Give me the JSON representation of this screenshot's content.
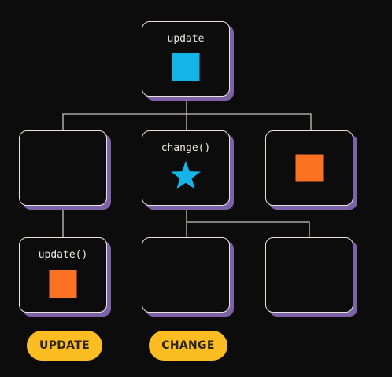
{
  "colors": {
    "background": "#0d0c0d",
    "node_border": "#e8e4dc",
    "node_shadow": "#7e62a8",
    "connector": "#c9c5bd",
    "blue": "#14b5e6",
    "orange": "#fb7223",
    "button_bg": "#fbbd22",
    "button_text": "#2b2419"
  },
  "nodes": {
    "root": {
      "label": "update",
      "shape": "square",
      "shape_color": "blue"
    },
    "mid_left": {
      "label": "",
      "shape": "none"
    },
    "mid_center": {
      "label": "change()",
      "shape": "star",
      "shape_color": "blue"
    },
    "mid_right": {
      "label": "",
      "shape": "square",
      "shape_color": "orange"
    },
    "bottom_left": {
      "label": "update()",
      "shape": "square",
      "shape_color": "orange"
    },
    "bottom_center": {
      "label": "",
      "shape": "none"
    },
    "bottom_right": {
      "label": "",
      "shape": "none"
    }
  },
  "buttons": {
    "update_label": "UPDATE",
    "change_label": "CHANGE"
  }
}
